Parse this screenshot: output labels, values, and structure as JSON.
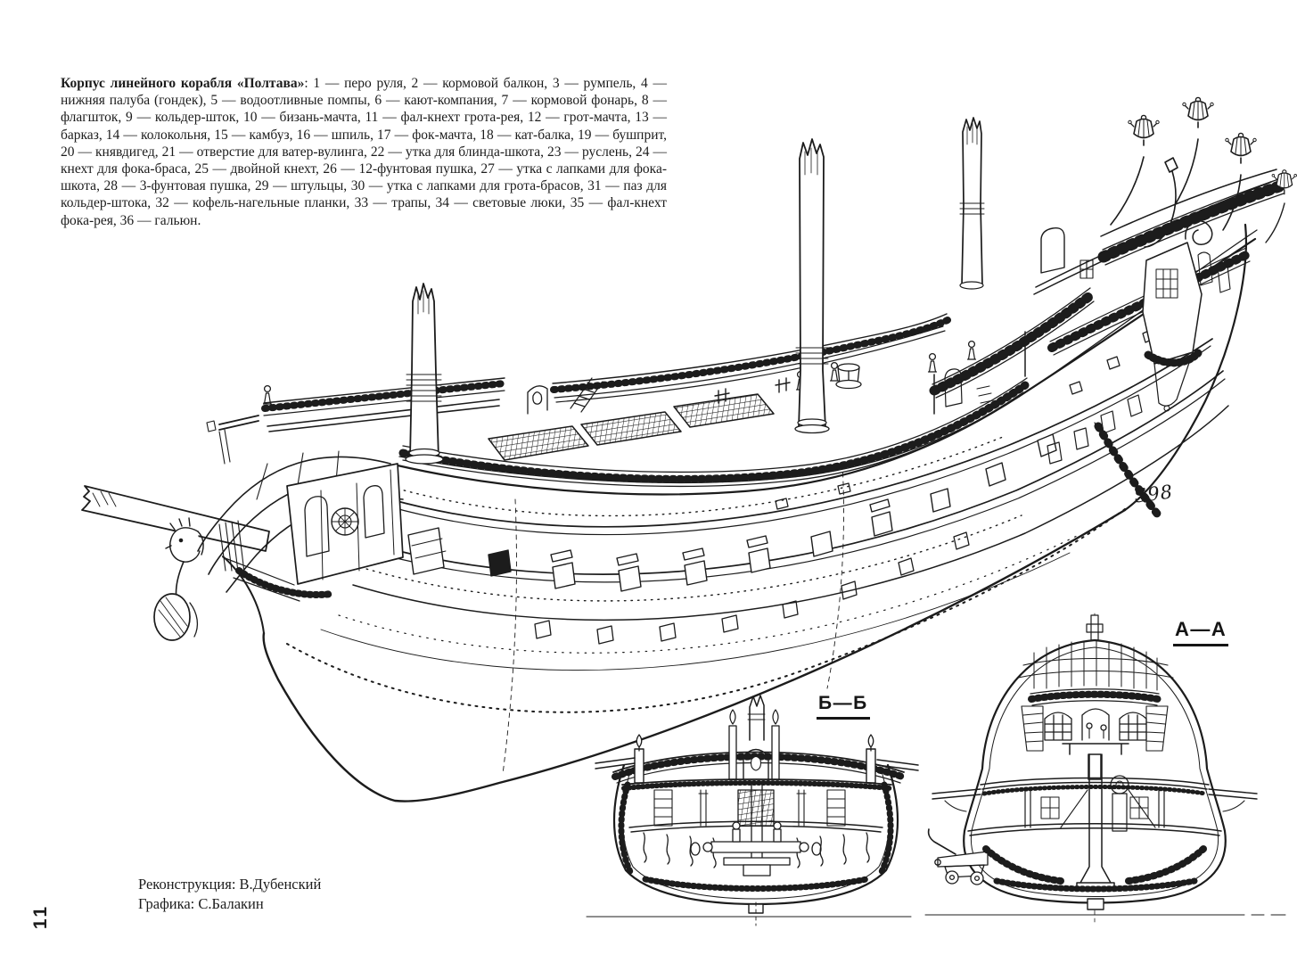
{
  "page": {
    "background_color": "#ffffff",
    "ink_color": "#1c1c1c",
    "page_number": "11"
  },
  "caption": {
    "title": "Корпус линейного корабля «Полтава»",
    "body": ": 1 — перо руля, 2 — кормовой балкон, 3 — румпель, 4 — нижняя палуба (гондек), 5 — водоотливные помпы, 6 — кают-компания, 7 — кормовой фонарь, 8 — флагшток, 9 — кольдер-шток, 10 — бизань-мачта, 11 — фал-кнехт грота-рея, 12 — грот-мачта, 13 — барказ, 14 — колокольня, 15 — камбуз, 16 — шпиль, 17 — фок-мачта, 18 — кат-балка, 19 — бушприт, 20 — княвдигед, 21 — отверстие для ватер-вулинга, 22 — утка для блинда-шкота, 23 — руслень, 24 — кнехт для фока-браса, 25 — двойной кнехт, 26 — 12-фунтовая пушка, 27 — утка с лапками для фока-шкота, 28 — 3-фунтовая пушка, 29 — штульцы, 30 — утка с лапками для грота-брасов, 31 — паз для кольдер-штока, 32 — кофель-нагельные планки, 33 — трапы, 34 — световые люки, 35 — фал-кнехт фока-рея, 36 — гальюн."
  },
  "figure": {
    "signature": "S98",
    "sections": [
      {
        "id": "section-b-b",
        "label": "Б—Б"
      },
      {
        "id": "section-a-a",
        "label": "А—А"
      }
    ]
  },
  "credits": {
    "line1": "Реконструкция: В.Дубенский",
    "line2": "Графика: С.Балакин"
  }
}
